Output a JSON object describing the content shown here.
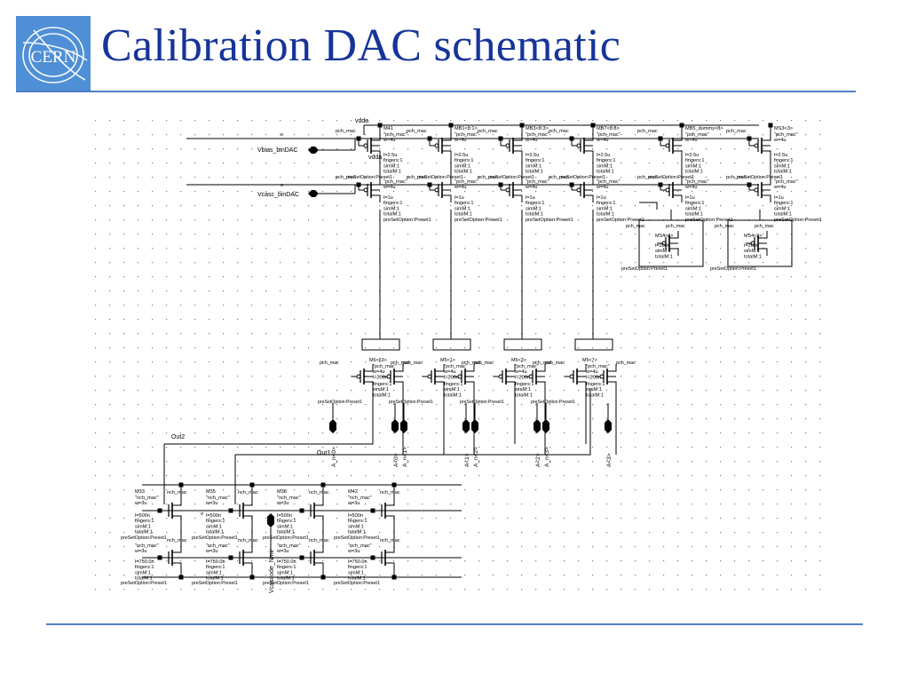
{
  "slide": {
    "title": "Calibration DAC schematic",
    "logo_text": "CERN"
  },
  "colors": {
    "title": "#16349a",
    "logo_bg": "#4e8fd6",
    "rule": "#4e7fc6",
    "wire": "#000000"
  },
  "schematic": {
    "net_vdda": "vdda",
    "net_vdda2": "vdda",
    "pin_vbias": "Vbias_binDAC",
    "pin_vcasc": "Vcasc_binDAC",
    "pin_out2": "Out2",
    "pin_out1": "Out1",
    "pin_vcascode": "Vcascode_Nmir",
    "pin_small_1": "α",
    "pin_small_2": "α",
    "pin_small_3": "α",
    "bit_pins": [
      "A_n<0>",
      "A<0>",
      "A_n<1>",
      "A<1>",
      "A_n<2>",
      "A<2>",
      "A_n<3>",
      "A<3>"
    ],
    "pmos_top": [
      {
        "name": "M41",
        "model": "pch_mac",
        "w": "w=4u",
        "l": "l=2.5u",
        "fingers": "fingers:1",
        "simM": "simM:1",
        "totalM": "totalM:1",
        "preset": "preSetOption:Preset1"
      },
      {
        "name": "MB1<8:1>",
        "model": "pch_mac",
        "w": "w=4u",
        "l": "l=2.5u",
        "fingers": "fingers:1",
        "simM": "simM:1",
        "totalM": "totalM:1",
        "preset": "preSetOption:Preset1"
      },
      {
        "name": "MB3<8:3>",
        "model": "pch_mac",
        "w": "w=4u",
        "l": "l=2.5u",
        "fingers": "fingers:1",
        "simM": "simM:1",
        "totalM": "totalM:1",
        "preset": "preSetOption:Preset1"
      },
      {
        "name": "MB7<8:8>",
        "model": "pch_mac",
        "w": "w=4u",
        "l": "l=2.5u",
        "fingers": "fingers:1",
        "simM": "simM:1",
        "totalM": "totalM:1",
        "preset": "preSetOption:Preset1"
      },
      {
        "name": "MB5_dummy<8>",
        "model": "pch_mac",
        "w": "w=4u",
        "l": "l=2.5u",
        "fingers": "fingers:1",
        "simM": "simM:1",
        "totalM": "totalM:1",
        "preset": "preSetOption:Preset1"
      },
      {
        "name": "MS3<3>",
        "model": "pch_mac",
        "w": "w=4u",
        "l": "l=2.5u",
        "fingers": "fingers:1",
        "simM": "simM:1",
        "totalM": "totalM:1",
        "preset": "preSetOption:Preset1"
      }
    ],
    "pmos_casc": [
      {
        "model": "pch_mac",
        "w": "w=4u",
        "l": "l=1u",
        "fingers": "fingers:1",
        "simM": "simM:1",
        "totalM": "totalM:1",
        "preset": "preSetOption:Preset1"
      },
      {
        "model": "pch_mac",
        "w": "w=4u",
        "l": "l=1u",
        "fingers": "fingers:1",
        "simM": "simM:1",
        "totalM": "totalM:1",
        "preset": "preSetOption:Preset1"
      },
      {
        "model": "pch_mac",
        "w": "w=4u",
        "l": "l=1u",
        "fingers": "fingers:1",
        "simM": "simM:1",
        "totalM": "totalM:1",
        "preset": "preSetOption:Preset1"
      },
      {
        "model": "pch_mac",
        "w": "w=4u",
        "l": "l=1u",
        "fingers": "fingers:1",
        "simM": "simM:1",
        "totalM": "totalM:1",
        "preset": "preSetOption:Preset1"
      },
      {
        "model": "pch_mac",
        "w": "w=4u",
        "l": "l=1u",
        "fingers": "fingers:1",
        "simM": "simM:1",
        "totalM": "totalM:1",
        "preset": "preSetOption:Preset1"
      },
      {
        "model": "pch_mac",
        "w": "w=4u",
        "l": "l=1u",
        "fingers": "fingers:1",
        "simM": "simM:1",
        "totalM": "totalM:1",
        "preset": "preSetOption:Preset1"
      }
    ],
    "dummy_pmos": [
      {
        "name": "MS4<8>",
        "model": "pch_mac",
        "w": "w=4u",
        "l": "l=200n",
        "simM": "simM:1",
        "totalM": "totalM:1",
        "preset": "preSetOption:Preset1"
      },
      {
        "name": "MS4<3>",
        "model": "pch_mac",
        "w": "w=4u",
        "l": "l=200n",
        "simM": "simM:1",
        "totalM": "totalM:1",
        "preset": "preSetOption:Preset1"
      }
    ],
    "switches": [
      {
        "name": "M6<63>",
        "model": "pch_mac",
        "w": "w=4u",
        "l": "l=200n",
        "fingers": "fingers:1",
        "simM": "simM:1",
        "totalM": "totalM:1",
        "preset": "preSetOption:Preset1"
      },
      {
        "name": "M5<1>",
        "model": "pch_mac",
        "w": "w=4u",
        "l": "l=200n",
        "fingers": "fingers:1",
        "simM": "simM:1",
        "totalM": "totalM:1",
        "preset": "preSetOption:Preset1"
      },
      {
        "name": "M5<3>",
        "model": "pch_mac",
        "w": "w=4u",
        "l": "l=200n",
        "fingers": "fingers:1",
        "simM": "simM:1",
        "totalM": "totalM:1",
        "preset": "preSetOption:Preset1"
      },
      {
        "name": "M5<7>",
        "model": "pch_mac",
        "w": "w=4u",
        "l": "l=200n",
        "fingers": "fingers:1",
        "simM": "simM:1",
        "totalM": "totalM:1",
        "preset": "preSetOption:Preset1"
      }
    ],
    "nmos_top": [
      {
        "name": "M33",
        "model": "nch_mac",
        "w": "w=3u",
        "l": "l=500n",
        "fingers": "fingers:1",
        "simM": "simM:1",
        "totalM": "totalM:1",
        "preset": "preSetOption:Preset1"
      },
      {
        "name": "M35",
        "model": "nch_mac",
        "w": "w=3u",
        "l": "l=500n",
        "fingers": "fingers:1",
        "simM": "simM:1",
        "totalM": "totalM:1",
        "preset": "preSetOption:Preset1"
      },
      {
        "name": "M38",
        "model": "nch_mac",
        "w": "w=3u",
        "l": "l=500n",
        "fingers": "fingers:1",
        "simM": "simM:1",
        "totalM": "totalM:1",
        "preset": "preSetOption:Preset1"
      },
      {
        "name": "M42",
        "model": "nch_mac",
        "w": "w=3u",
        "l": "l=500n",
        "fingers": "fingers:1",
        "simM": "simM:1",
        "totalM": "totalM:1",
        "preset": "preSetOption:Preset1"
      }
    ],
    "nmos_bottom": [
      {
        "model": "nch_mac",
        "w": "w=3u",
        "l": "l=750.0n",
        "fingers": "fingers:1",
        "simM": "simM:1",
        "totalM": "totalM:1",
        "preset": "preSetOption:Preset1"
      },
      {
        "model": "nch_mac",
        "w": "w=3u",
        "l": "l=750.0n",
        "fingers": "fingers:1",
        "simM": "simM:1",
        "totalM": "totalM:1",
        "preset": "preSetOption:Preset1"
      },
      {
        "model": "nch_mac",
        "w": "w=3u",
        "l": "l=750.0n",
        "fingers": "fingers:1",
        "simM": "simM:1",
        "totalM": "totalM:1",
        "preset": "preSetOption:Preset1"
      },
      {
        "model": "nch_mac",
        "w": "w=3u",
        "l": "l=750.0n",
        "fingers": "fingers:1",
        "simM": "simM:1",
        "totalM": "totalM:1",
        "preset": "preSetOption:Preset1"
      }
    ]
  }
}
